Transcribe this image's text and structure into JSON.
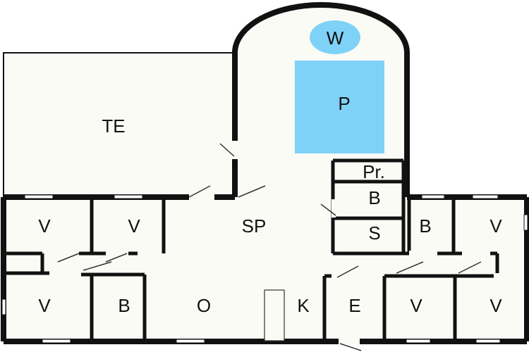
{
  "colors": {
    "floor": "#fbfbf6",
    "wall": "#111111",
    "pool": "#7fd2f7",
    "window": "#ffffff"
  },
  "rooms": {
    "terrace": "TE",
    "whirlpool": "W",
    "pool": "P",
    "pool_room_small": "Pr.",
    "bathroom_center": "B",
    "sauna": "S",
    "living_area": "SP",
    "dining": "O",
    "kitchen": "K",
    "entrance": "E",
    "bedroom_top_left_1": "V",
    "bedroom_top_left_2": "V",
    "bedroom_bottom_left": "V",
    "bathroom_bottom_left": "B",
    "bathroom_right": "B",
    "bedroom_top_right": "V",
    "bedroom_bottom_right_1": "V",
    "bedroom_bottom_right_2": "V"
  }
}
